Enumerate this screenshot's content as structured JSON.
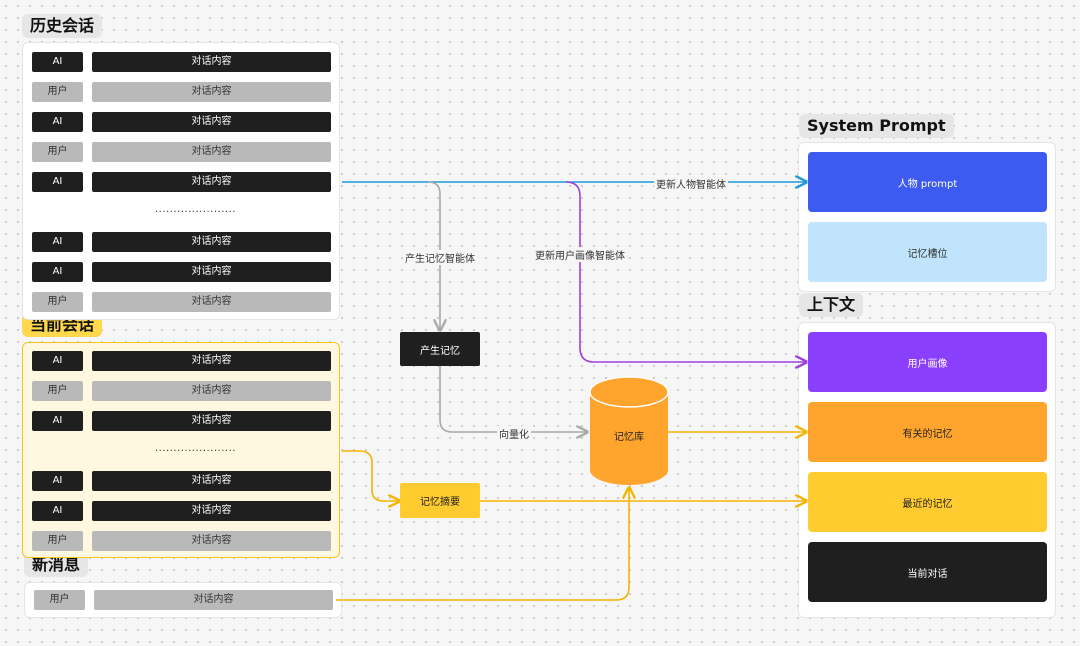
{
  "sections": {
    "history": "历史会话",
    "current": "当前会话",
    "new_message": "新消息",
    "system_prompt": "System Prompt",
    "context": "上下文"
  },
  "roles": {
    "ai": "AI",
    "user": "用户"
  },
  "content_text": "对话内容",
  "ellipsis": "......................",
  "history_rows_top": [
    "ai",
    "user",
    "ai",
    "user",
    "ai"
  ],
  "history_rows_bottom": [
    "ai",
    "ai",
    "user"
  ],
  "current_rows_top": [
    "ai",
    "user",
    "ai"
  ],
  "current_rows_bottom": [
    "ai",
    "ai",
    "user"
  ],
  "new_message_row": [
    "user"
  ],
  "nodes": {
    "generate_memory": "产生记忆",
    "memory_summary": "记忆摘要",
    "memory_store": "记忆库",
    "persona_prompt": "人物 prompt",
    "memory_slot": "记忆槽位",
    "user_profile": "用户画像",
    "related_memory": "有关的记忆",
    "recent_memory": "最近的记忆",
    "current_dialog": "当前对话"
  },
  "edge_labels": {
    "update_persona_agent": "更新人物智能体",
    "generate_memory_agent": "产生记忆智能体",
    "update_user_profile_agent": "更新用户画像智能体",
    "vectorize": "向量化"
  },
  "colors": {
    "blue": "#3d5af1",
    "light_blue": "#c0e4fb",
    "purple": "#8a3ffc",
    "orange": "#ffa52e",
    "yellow": "#ffcb2e",
    "black": "#1f1f1f",
    "edge_blue": "#1c9ad6",
    "edge_purple": "#9b41e0",
    "edge_gray": "#a9a9a9",
    "edge_yellow": "#f5b400"
  }
}
